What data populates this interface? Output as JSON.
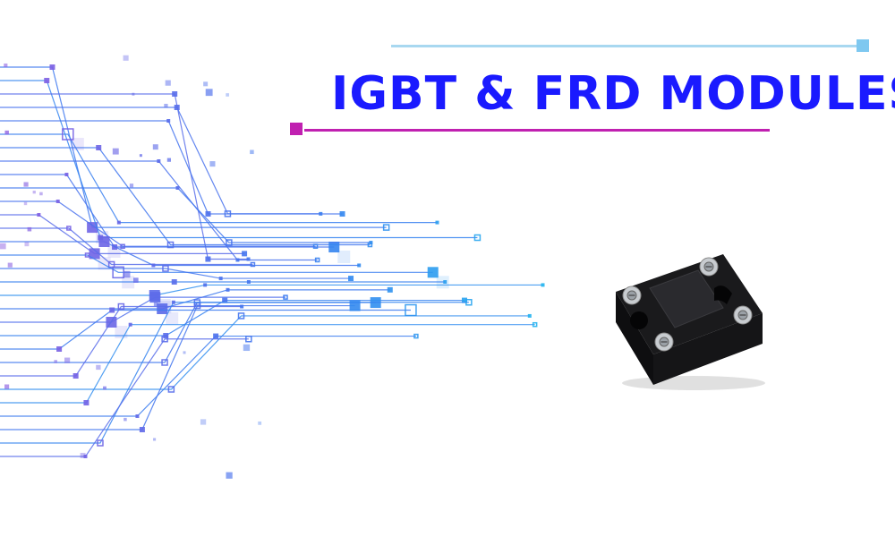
{
  "banner": {
    "title": "IGBT & FRD MODULES"
  },
  "colors": {
    "title": "#1a1aff",
    "accent_line_top": "#a8d8f0",
    "accent_square_top": "#7ec8f0",
    "accent_line_mid": "#c020b0",
    "circuit_purple": "#8a5ae0",
    "circuit_blue": "#3a78f0",
    "circuit_cyan": "#20b8f0",
    "module_body": "#1a1a1c",
    "module_screw": "#c8ccd0"
  },
  "icons": {
    "circuit_graphic": "circuit-board-lines",
    "product": "igbt-module-image"
  }
}
